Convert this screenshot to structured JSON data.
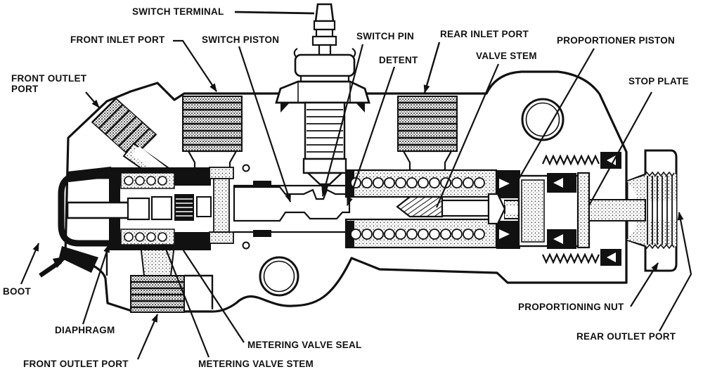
{
  "diagram": {
    "type": "technical-cross-section",
    "colors": {
      "ink": "#111111",
      "paper": "#ffffff"
    },
    "labels": {
      "front_outlet_port_top": "FRONT OUTLET\nPORT",
      "front_inlet_port": "FRONT INLET PORT",
      "switch_terminal": "SWITCH TERMINAL",
      "switch_piston": "SWITCH PISTON",
      "switch_pin": "SWITCH PIN",
      "detent": "DETENT",
      "rear_inlet_port": "REAR INLET PORT",
      "valve_stem": "VALVE STEM",
      "proportioner_piston": "PROPORTIONER PISTON",
      "stop_plate": "STOP PLATE",
      "boot": "BOOT",
      "diaphragm": "DIAPHRAGM",
      "front_outlet_port_bottom": "FRONT OUTLET PORT",
      "metering_valve_seal": "METERING VALVE SEAL",
      "metering_valve_stem": "METERING VALVE STEM",
      "proportioning_nut": "PROPORTIONING NUT",
      "rear_outlet_port": "REAR OUTLET PORT"
    }
  }
}
